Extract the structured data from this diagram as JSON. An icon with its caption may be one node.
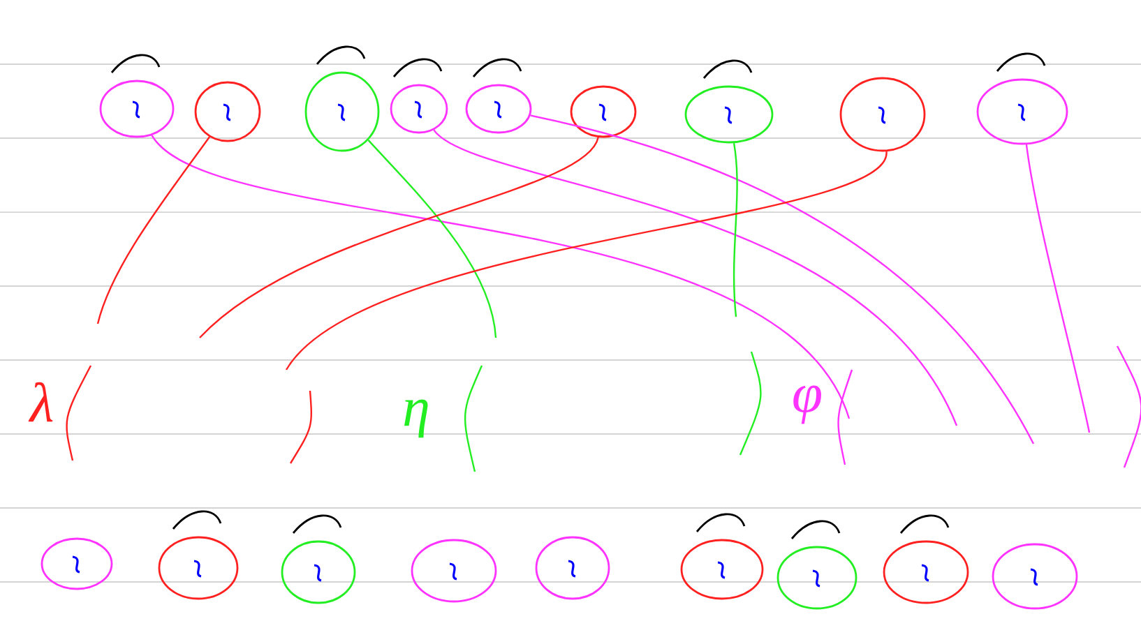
{
  "diagram": {
    "nodes": [
      {
        "text": [],
        "shape": "circle"
      },
      {
        "text": [],
        "shape": "circle"
      },
      {
        "text": [],
        "shape": "circle"
      },
      {
        "text": [],
        "shape": "circle"
      },
      {
        "text": [],
        "shape": "circle"
      },
      {
        "text": [],
        "shape": "circle"
      },
      {
        "text": [],
        "shape": "circle"
      },
      {
        "text": [],
        "shape": "circle"
      },
      {
        "text": [],
        "shape": "circle"
      },
      {
        "text": [],
        "shape": "circle"
      },
      {
        "text": [],
        "shape": "circle"
      },
      {
        "text": [],
        "shape": "circle"
      },
      {
        "text": [],
        "shape": "circle"
      },
      {
        "text": [],
        "shape": "circle"
      },
      {
        "text": [],
        "shape": "circle"
      },
      {
        "text": [],
        "shape": "circle"
      },
      {
        "text": [],
        "shape": "circle"
      },
      {
        "text": [],
        "shape": "circle"
      }
    ],
    "edges": [
      {
        "from": 0,
        "to": null,
        "arrow": "none",
        "color": "#ff33ff"
      },
      {
        "from": 1,
        "to": null,
        "arrow": "none",
        "color": "#ff2020"
      },
      {
        "from": 2,
        "to": null,
        "arrow": "none",
        "color": "#22ee22"
      },
      {
        "from": 3,
        "to": null,
        "arrow": "none",
        "color": "#ff33ff"
      },
      {
        "from": 4,
        "to": null,
        "arrow": "none",
        "color": "#ff33ff"
      },
      {
        "from": 5,
        "to": null,
        "arrow": "none",
        "color": "#ff2020"
      },
      {
        "from": 6,
        "to": null,
        "arrow": "none",
        "color": "#22ee22"
      },
      {
        "from": 7,
        "to": null,
        "arrow": "none",
        "color": "#ff2020"
      },
      {
        "from": 8,
        "to": null,
        "arrow": "none",
        "color": "#ff33ff"
      }
    ],
    "labels": [
      "λ",
      "η",
      "φ"
    ]
  }
}
